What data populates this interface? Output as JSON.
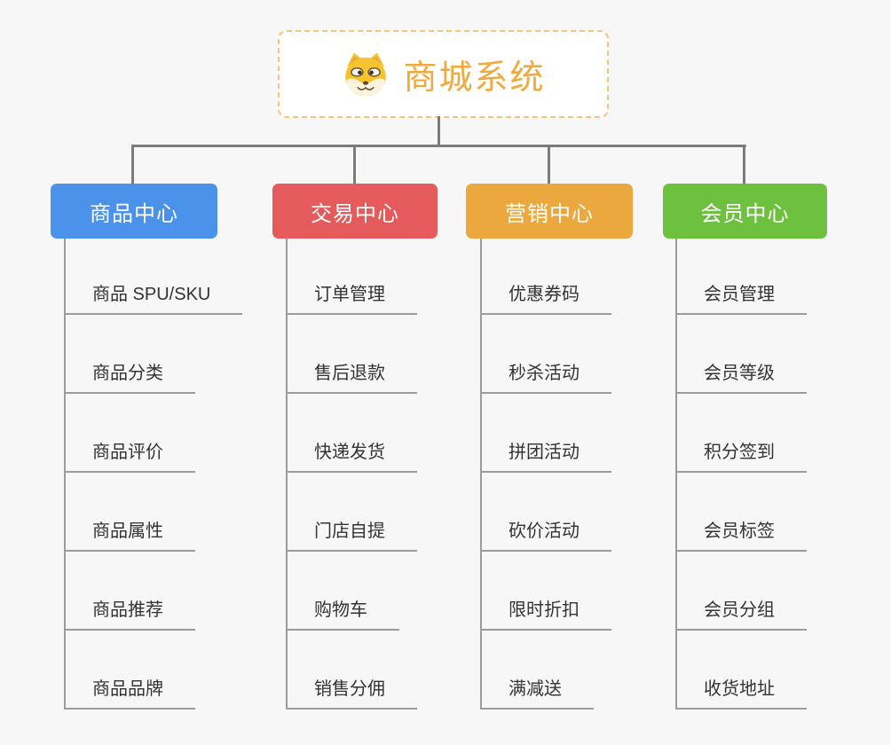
{
  "root": {
    "title": "商城系统",
    "icon": "dog-face-icon",
    "title_color": "#f0a93c",
    "border_color": "#f3c57c"
  },
  "columns": [
    {
      "label": "商品中心",
      "color": "#4b93ea",
      "items": [
        "商品 SPU/SKU",
        "商品分类",
        "商品评价",
        "商品属性",
        "商品推荐",
        "商品品牌"
      ]
    },
    {
      "label": "交易中心",
      "color": "#e55a5a",
      "items": [
        "订单管理",
        "售后退款",
        "快递发货",
        "门店自提",
        "购物车",
        "销售分佣"
      ]
    },
    {
      "label": "营销中心",
      "color": "#eaa83f",
      "items": [
        "优惠券码",
        "秒杀活动",
        "拼团活动",
        "砍价活动",
        "限时折扣",
        "满减送"
      ]
    },
    {
      "label": "会员中心",
      "color": "#6ec13e",
      "items": [
        "会员管理",
        "会员等级",
        "积分签到",
        "会员标签",
        "会员分组",
        "收货地址"
      ]
    }
  ],
  "palette": {
    "background": "#f7f7f7",
    "connector_line": "#7b7b7b",
    "item_underline": "#9c9c9c",
    "item_text": "#333333"
  }
}
